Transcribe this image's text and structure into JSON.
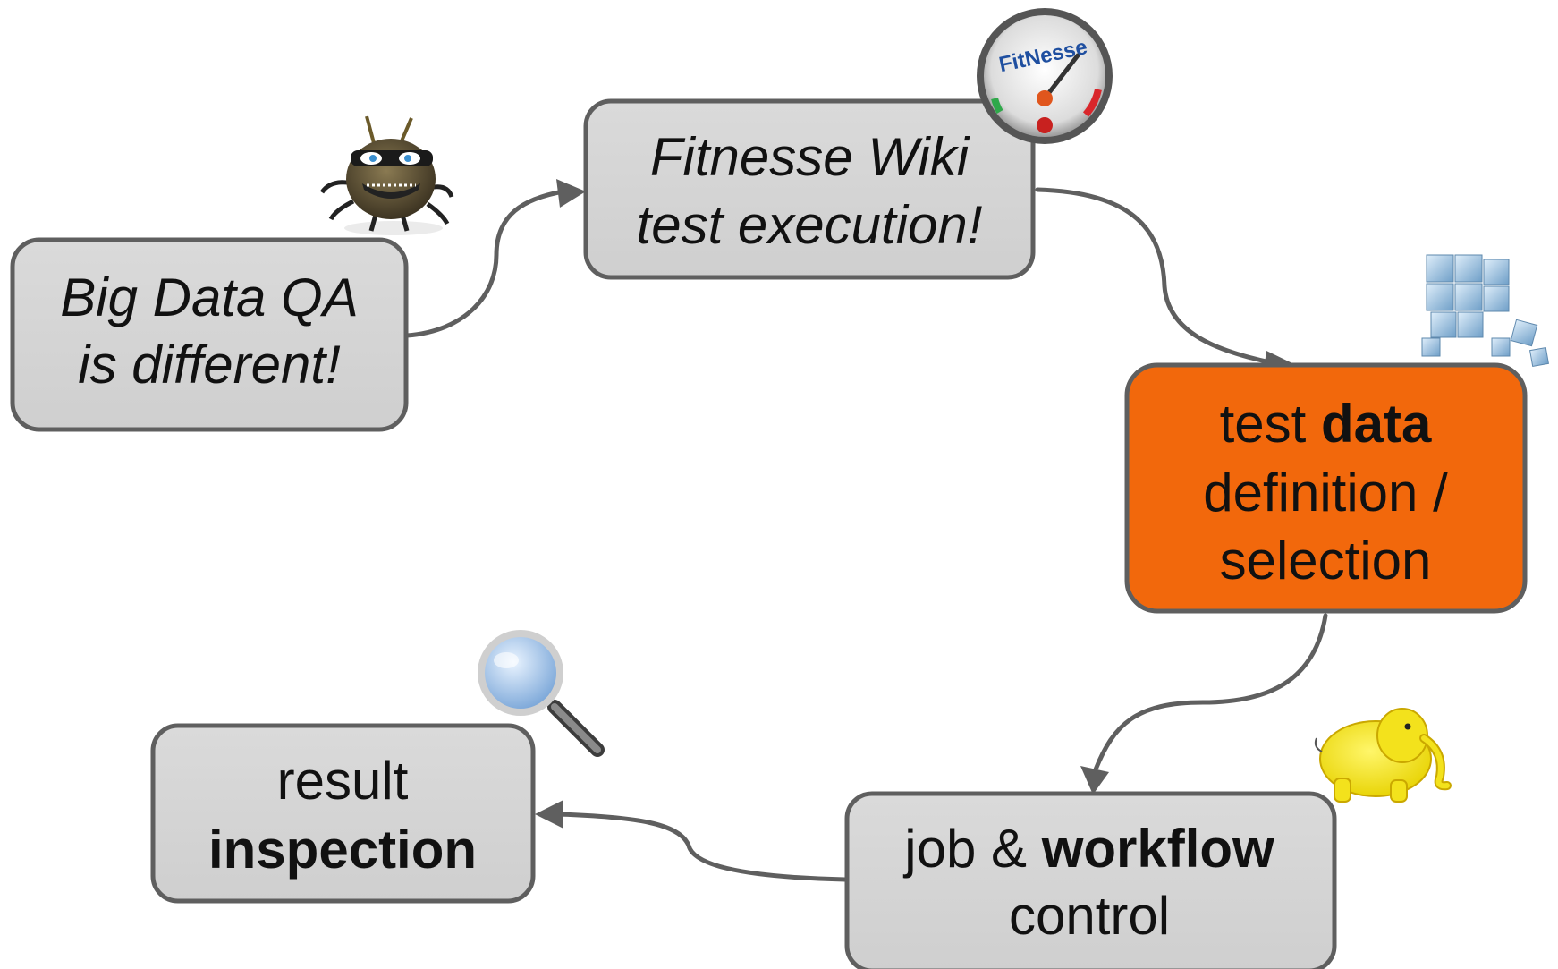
{
  "colors": {
    "box_fill": "#d4d4d4",
    "box_border": "#5f5f5f",
    "highlight_fill": "#f2680c",
    "arrow": "#5f5f5f",
    "text": "#111111"
  },
  "nodes": {
    "big_data_qa": {
      "line1": "Big Data QA",
      "line2": "is different!",
      "icon": "bug-mascot-icon"
    },
    "fitnesse_wiki": {
      "line1": "Fitnesse Wiki",
      "line2": "test execution!",
      "icon": "fitnesse-gauge-logo",
      "logo_text": "FitNesse"
    },
    "test_data": {
      "line1_normal": "test ",
      "line1_bold": "data",
      "line2": "definition /",
      "line3": "selection",
      "icon": "data-cubes-icon"
    },
    "job_workflow": {
      "line1_normal": "job & ",
      "line1_bold": "workflow",
      "line2": "control",
      "icon": "hadoop-elephant-icon"
    },
    "result_inspection": {
      "line1": "result",
      "line2_bold": "inspection",
      "icon": "magnifier-icon"
    }
  }
}
